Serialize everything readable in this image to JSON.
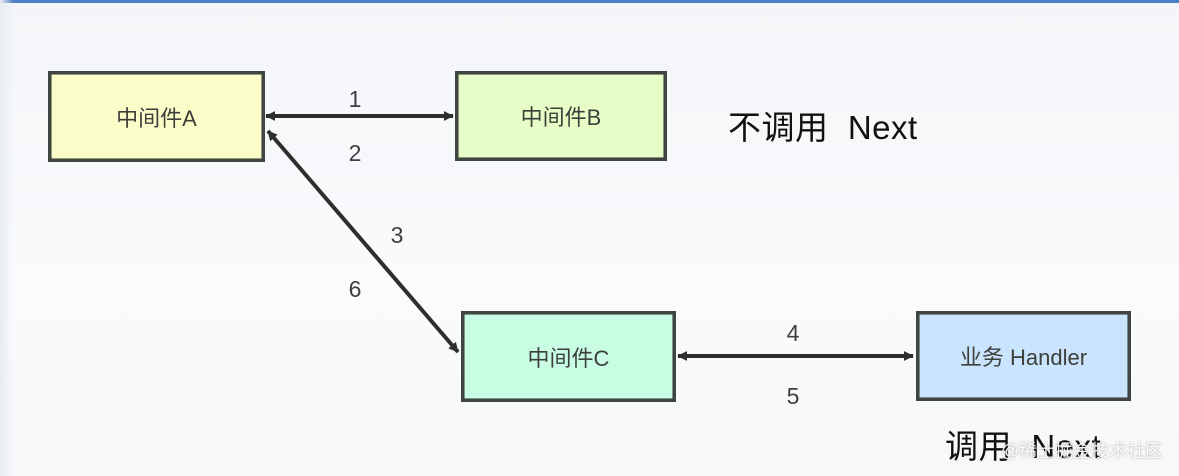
{
  "nodes": {
    "a": "中间件A",
    "b": "中间件B",
    "c": "中间件C",
    "handler": "业务 Handler"
  },
  "edge_labels": {
    "ab_top": "1",
    "ab_bottom": "2",
    "ac_upper": "3",
    "ac_lower": "6",
    "ch_top": "4",
    "ch_bottom": "5"
  },
  "annotations": {
    "b": "不调用  Next",
    "c": "调用  Next"
  },
  "watermark": "@稀土掘金技术社区",
  "colors": {
    "node_a_fill": "#fbfdc9",
    "node_b_fill": "#e6fdc7",
    "node_c_fill": "#c9fde3",
    "node_handler_fill": "#cbe4fd",
    "stroke": "#2d2f2e"
  }
}
